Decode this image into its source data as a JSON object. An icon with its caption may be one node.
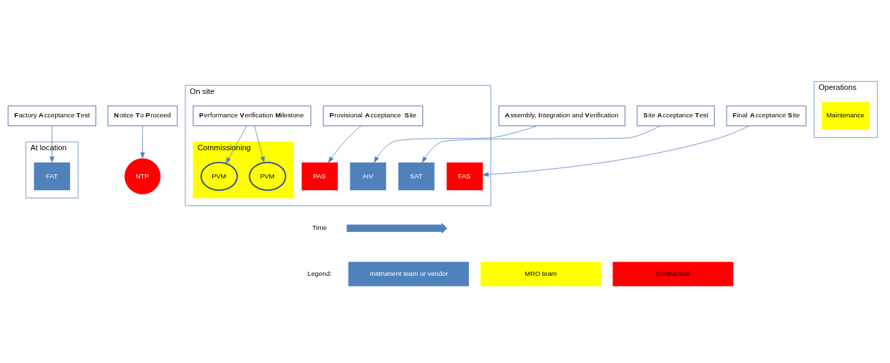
{
  "diagram": {
    "nodes": [
      {
        "text": [
          "At location"
        ]
      },
      {
        "text": [
          "FAT"
        ],
        "in": 0
      },
      {
        "text": [
          "NTP"
        ]
      },
      {
        "text": [
          "On site"
        ]
      },
      {
        "text": [
          "AIV"
        ],
        "in": 3
      },
      {
        "text": [
          "SAT"
        ],
        "in": 3
      },
      {
        "text": [
          "PAS"
        ],
        "in": 3
      },
      {
        "text": [
          "Commissioning"
        ],
        "in": 3
      },
      {
        "text": [
          "PVM"
        ],
        "in": 7
      },
      {
        "text": [
          "PVM"
        ],
        "in": 7
      },
      {
        "text": [
          "FAS"
        ],
        "in": 3
      },
      {
        "text": [
          "Operations"
        ]
      },
      {
        "text": [
          "Maintenance"
        ],
        "in": 11
      },
      {
        "text": [
          "**F**actory **A**cceptance **T**est"
        ]
      },
      {
        "text": [
          "**N**otice **T**o **P**roceed"
        ]
      },
      {
        "text": [
          "**A**ssembly, **I**ntegration and **V**erification"
        ]
      },
      {
        "text": [
          "**S**ite **A**cceptance **T**est"
        ]
      },
      {
        "text": [
          "**P**rovisional **A**cceptance  **S**ite"
        ],
        "in": 3
      },
      {
        "text": [
          "**P**erformance **V**erification **M**ilestone"
        ],
        "in": 3
      },
      {
        "text": [
          "**F**inal **A**cceptance **S**ite"
        ]
      }
    ],
    "edges": [
      {
        "from": 13,
        "to": 1,
        "arrow": "to"
      },
      {
        "from": 14,
        "to": 2,
        "arrow": "to"
      },
      {
        "from": 15,
        "to": 4,
        "arrow": "to"
      },
      {
        "from": 16,
        "to": 5,
        "arrow": "to"
      },
      {
        "from": 17,
        "to": 6,
        "arrow": "to"
      },
      {
        "from": 18,
        "to": 8,
        "arrow": "to"
      },
      {
        "from": 18,
        "to": 9,
        "arrow": "to"
      },
      {
        "from": 19,
        "to": 10,
        "arrow": "to"
      }
    ],
    "labels": [
      "Time",
      "Legend:"
    ],
    "legend": [
      {
        "text": "Instrument team or vendor",
        "color": "#4f81bd"
      },
      {
        "text": "MRO team",
        "color": "#ffff00"
      },
      {
        "text": "Contractual",
        "color": "#ff0000"
      }
    ]
  }
}
